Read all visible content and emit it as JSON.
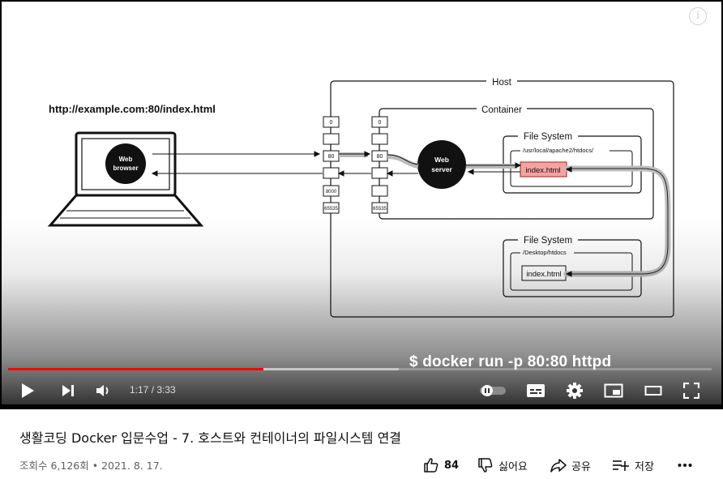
{
  "video": {
    "slide": {
      "url_text": "http://example.com:80/index.html",
      "browser_label_1": "Web",
      "browser_label_2": "browser",
      "host_label": "Host",
      "container_label": "Container",
      "filesystem_label": "File System",
      "filesystem_label_2": "File System",
      "container_path": "/usr/local/apache2/htdocs/",
      "host_path": "/Desktop/htdocs",
      "index_file_1": "index.html",
      "index_file_2": "index.html",
      "server_label_1": "Web",
      "server_label_2": "server",
      "host_ports": [
        "0",
        "",
        "80",
        "",
        "8000",
        "65535"
      ],
      "container_ports": [
        "0",
        "",
        "80",
        "",
        "",
        "65535"
      ],
      "command": "$ docker run  -p 80:80 httpd"
    },
    "info_icon": "i",
    "progress": {
      "played_fraction": 0.363,
      "loaded_fraction": 0.555
    },
    "time": "1:17 / 3:33"
  },
  "meta": {
    "title": "생활코딩 Docker 입문수업 - 7. 호스트와 컨테이너의 파일시스템 연결",
    "views_date": "조회수 6,126회 • 2021. 8. 17.",
    "like_count": "84",
    "dislike_label": "싫어요",
    "share_label": "공유",
    "save_label": "저장"
  },
  "icons": [
    "play-icon",
    "next-icon",
    "volume-icon",
    "autoplay-toggle-icon",
    "subtitles-icon",
    "settings-icon",
    "miniplayer-icon",
    "theater-icon",
    "fullscreen-icon",
    "like-icon",
    "dislike-icon",
    "share-icon",
    "save-icon",
    "more-icon"
  ],
  "colors": {
    "accent_red": "#ff0000",
    "highlight_file": "#f4a3a3"
  }
}
